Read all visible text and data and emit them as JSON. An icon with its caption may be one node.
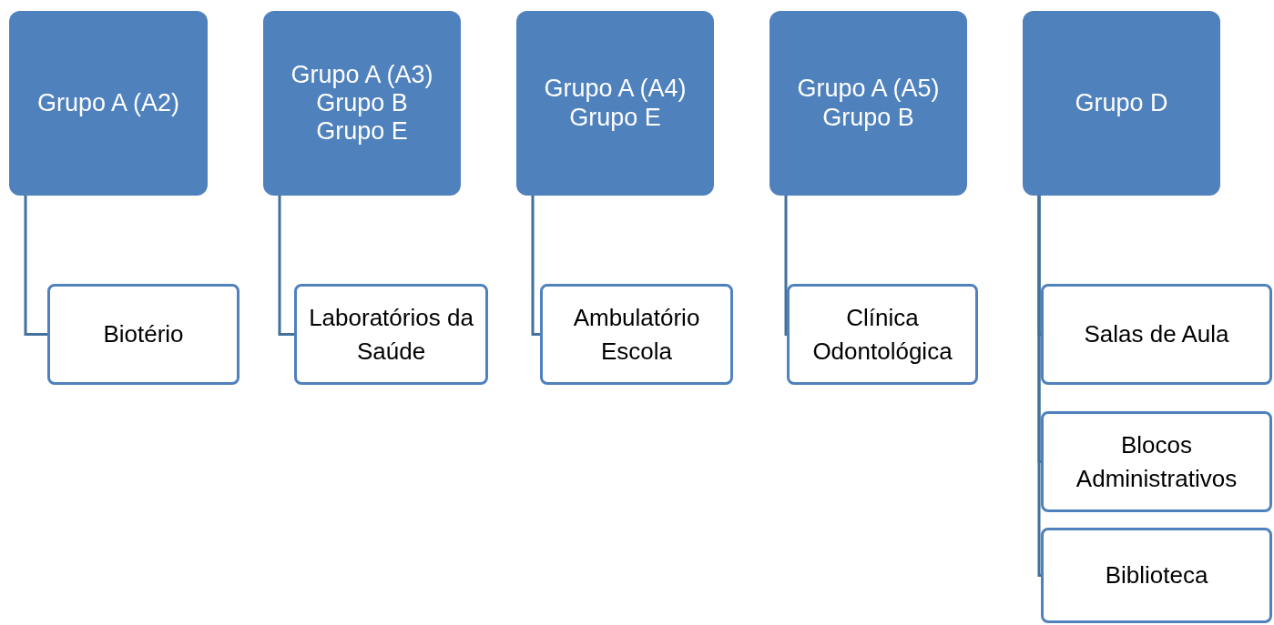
{
  "diagram": {
    "nodes": [
      {
        "text": [
          "Grupo A (A2)"
        ]
      },
      {
        "text": [
          "Grupo A (A3)",
          "Grupo B",
          "Grupo E"
        ]
      },
      {
        "text": [
          "Grupo A (A4)",
          "Grupo E"
        ]
      },
      {
        "text": [
          "Grupo A (A5)",
          "Grupo B"
        ]
      },
      {
        "text": [
          "Grupo D"
        ]
      },
      {
        "text": [
          "Biotério"
        ]
      },
      {
        "text": [
          "Laboratórios da Saúde"
        ]
      },
      {
        "text": [
          "Ambulatório Escola"
        ]
      },
      {
        "text": [
          "Clínica Odontológica"
        ]
      },
      {
        "text": [
          "Salas de Aula"
        ]
      },
      {
        "text": [
          "Blocos Administrativos"
        ]
      },
      {
        "text": [
          "Biblioteca"
        ]
      }
    ],
    "edges": [
      {
        "from": 0,
        "to": 5,
        "arrow": "none"
      },
      {
        "from": 1,
        "to": 6,
        "arrow": "none"
      },
      {
        "from": 2,
        "to": 7,
        "arrow": "none"
      },
      {
        "from": 3,
        "to": 8,
        "arrow": "none"
      },
      {
        "from": 4,
        "to": 9,
        "arrow": "none"
      },
      {
        "from": 4,
        "to": 10,
        "arrow": "none"
      },
      {
        "from": 4,
        "to": 11,
        "arrow": "none"
      }
    ]
  }
}
